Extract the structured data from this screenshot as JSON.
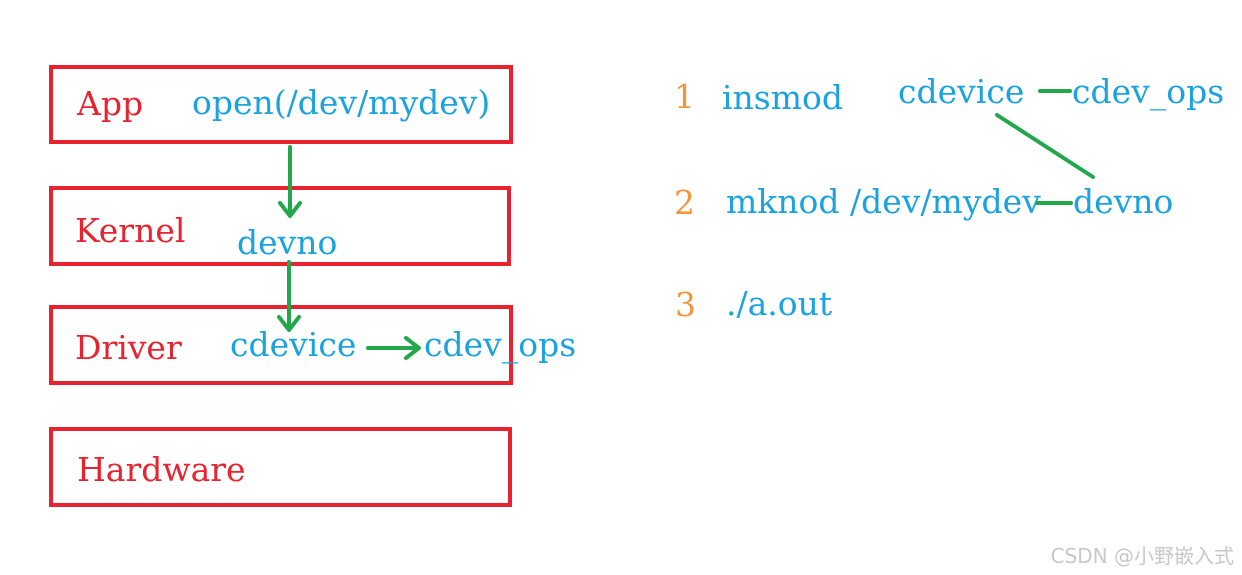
{
  "layers": {
    "app": "App",
    "kernel": "Kernel",
    "driver": "Driver",
    "hardware": "Hardware"
  },
  "stack_labels": {
    "open_call": "open(/dev/mydev)",
    "kernel_devno": "devno",
    "driver_cdevice": "cdevice",
    "driver_cdev_ops": "cdev_ops"
  },
  "steps": [
    {
      "num": "1",
      "cmd": "insmod"
    },
    {
      "num": "2",
      "cmd": "mknod /dev/mydev"
    },
    {
      "num": "3",
      "cmd": "./a.out"
    }
  ],
  "step_labels": {
    "cdevice": "cdevice",
    "cdev_ops": "cdev_ops",
    "devno": "devno"
  },
  "colors": {
    "box_border": "#e8232f",
    "layer_text": "#e8232f",
    "code_text": "#1ba3e0",
    "step_number": "#f5953b",
    "arrow": "#22a84a"
  },
  "watermark": "CSDN @小野嵌入式"
}
